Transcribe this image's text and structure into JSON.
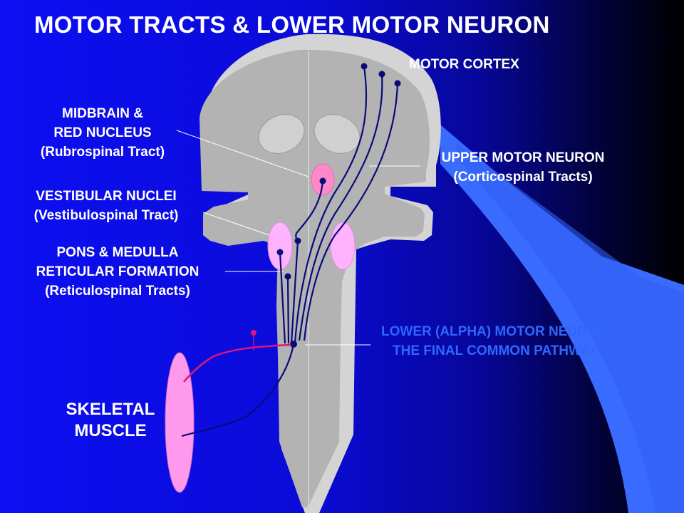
{
  "title": "MOTOR TRACTS & LOWER MOTOR NEURON",
  "labels": {
    "motor_cortex": "MOTOR CORTEX",
    "midbrain": [
      "MIDBRAIN &",
      "RED NUCLEUS",
      "(Rubrospinal Tract)"
    ],
    "vestibular": [
      "VESTIBULAR NUCLEI",
      "(Vestibulospinal Tract)"
    ],
    "pons_medulla": [
      "PONS & MEDULLA",
      "RETICULAR FORMATION",
      "(Reticulospinal Tracts)"
    ],
    "upper_motor": [
      "UPPER MOTOR NEURON",
      "(Corticospinal Tracts)"
    ],
    "lower_motor": [
      "LOWER (ALPHA) MOTOR NEURON",
      "THE FINAL COMMON PATHWAY"
    ],
    "skeletal_muscle": [
      "SKELETAL",
      "MUSCLE"
    ]
  },
  "colors": {
    "background_left": "#0d0ff2",
    "background_right": "#000000",
    "brain": "#b3b3b3",
    "brain_edge": "#d4d4d4",
    "nucleus_pink": "#ffb3ff",
    "red_nucleus": "#ff88c8",
    "neuron": "#0a0a7a",
    "efferent": "#e0157a",
    "accent_blue": "#3a6bff"
  }
}
